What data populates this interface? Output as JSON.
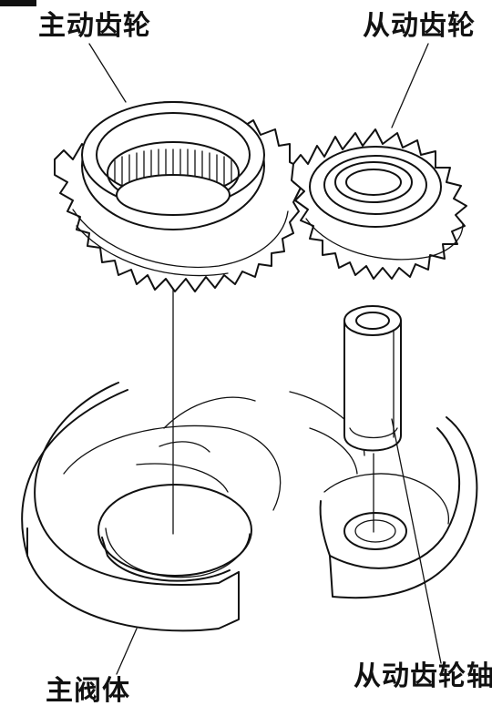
{
  "labels": {
    "drive_gear": "主动齿轮",
    "driven_gear": "从动齿轮",
    "main_valve_body": "主阀体",
    "driven_gear_shaft": "从动齿轮轴"
  },
  "colors": {
    "line": "#111111",
    "background": "#ffffff"
  }
}
